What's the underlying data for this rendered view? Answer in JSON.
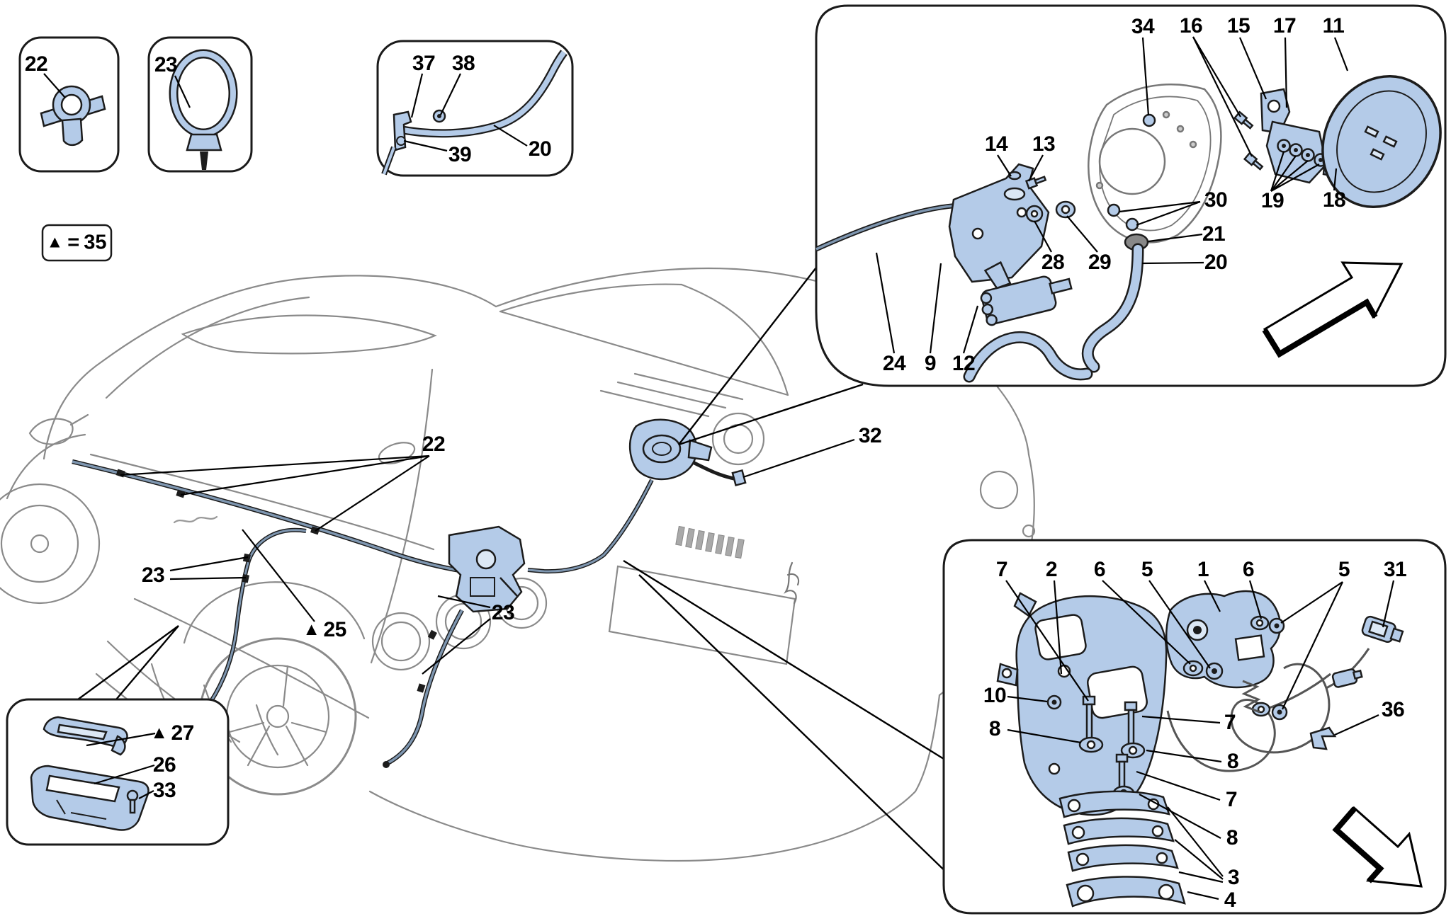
{
  "colors": {
    "background": "#ffffff",
    "part_fill": "#b4cbe8",
    "part_fill_light": "#dce8f5",
    "part_outline": "#1c1c1c",
    "car_line": "#8a8a8a",
    "cable": "#7e96b0",
    "label": "#000000"
  },
  "legend": {
    "marker": "▲",
    "equals": "=",
    "value": "35"
  },
  "callouts": {
    "b1_22": {
      "text": "22"
    },
    "b2_23": {
      "text": "23"
    },
    "b3_37": {
      "text": "37"
    },
    "b3_38": {
      "text": "38"
    },
    "b3_39": {
      "text": "39"
    },
    "b3_20": {
      "text": "20"
    },
    "tr_34": {
      "text": "34"
    },
    "tr_16": {
      "text": "16"
    },
    "tr_15": {
      "text": "15"
    },
    "tr_17": {
      "text": "17"
    },
    "tr_11": {
      "text": "11"
    },
    "tr_14": {
      "text": "14"
    },
    "tr_13": {
      "text": "13"
    },
    "tr_30": {
      "text": "30"
    },
    "tr_19": {
      "text": "19"
    },
    "tr_18": {
      "text": "18"
    },
    "tr_21": {
      "text": "21"
    },
    "tr_20": {
      "text": "20"
    },
    "tr_28": {
      "text": "28"
    },
    "tr_29": {
      "text": "29"
    },
    "tr_24": {
      "text": "24"
    },
    "tr_9": {
      "text": "9"
    },
    "tr_12": {
      "text": "12"
    },
    "car_22": {
      "text": "22"
    },
    "car_32": {
      "text": "32"
    },
    "car_23_left": {
      "text": "23"
    },
    "car_23_center": {
      "text": "23"
    },
    "car_25": {
      "marker": "▲",
      "text": "25"
    },
    "bl_27": {
      "marker": "▲",
      "text": "27"
    },
    "bl_26": {
      "text": "26"
    },
    "bl_33": {
      "text": "33"
    },
    "br_7a": {
      "text": "7"
    },
    "br_2": {
      "text": "2"
    },
    "br_6a": {
      "text": "6"
    },
    "br_5a": {
      "text": "5"
    },
    "br_1": {
      "text": "1"
    },
    "br_6b": {
      "text": "6"
    },
    "br_5b": {
      "text": "5"
    },
    "br_31": {
      "text": "31"
    },
    "br_10": {
      "text": "10"
    },
    "br_8a": {
      "text": "8"
    },
    "br_7b": {
      "text": "7"
    },
    "br_8b": {
      "text": "8"
    },
    "br_7c": {
      "text": "7"
    },
    "br_8c": {
      "text": "8"
    },
    "br_3": {
      "text": "3"
    },
    "br_4": {
      "text": "4"
    },
    "br_36": {
      "text": "36"
    }
  }
}
